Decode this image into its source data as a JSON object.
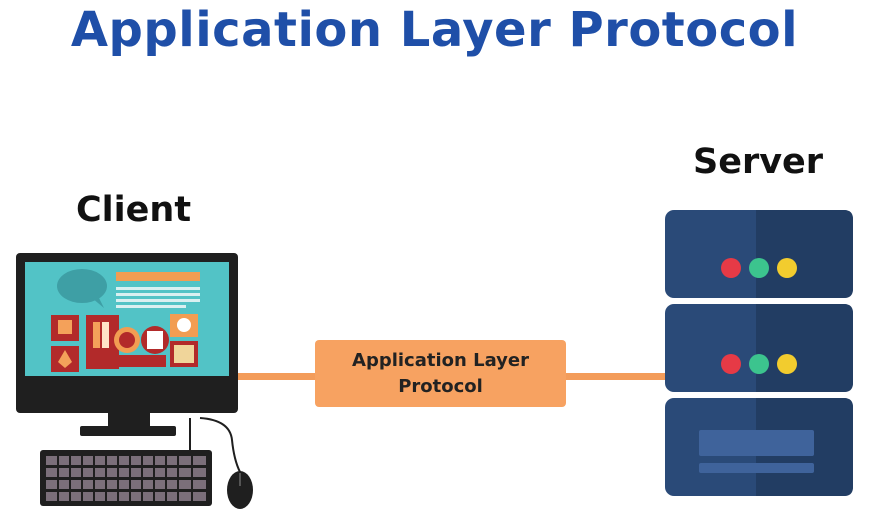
{
  "diagram": {
    "title": "Application Layer Protocol",
    "client_label": "Client",
    "server_label": "Server",
    "connector": {
      "line1": "Application Layer",
      "line2": "Protocol"
    }
  },
  "colors": {
    "title": "#1f4fa8",
    "connector_fill": "#f7a261",
    "link_line": "#f39c5a",
    "server_body": "#2a4a78",
    "server_dark": "#223d63",
    "led_red": "#e63a46",
    "led_green": "#3cc48e",
    "led_yellow": "#f2cc2e",
    "screen_bg": "#52c3c6"
  }
}
